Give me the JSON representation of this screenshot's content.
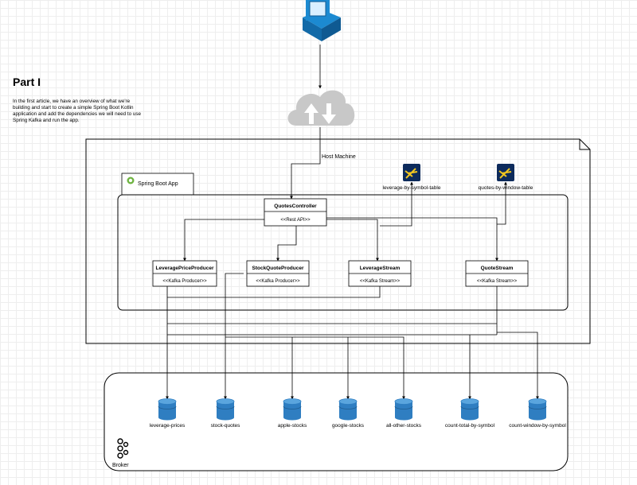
{
  "part": {
    "title": "Part I",
    "description": "In the first article, we have an overview of what we're building and start to create a simple Spring Boot Kotlin application and add the dependencies we will need to use Spring Kafka and run the app."
  },
  "host_machine": {
    "label": "Host Machine"
  },
  "spring_app": {
    "label": "Spring Boot App"
  },
  "classes": {
    "quotes_controller": {
      "name": "QuotesController",
      "stereotype": "<<Rest API>>"
    },
    "leverage_price_producer": {
      "name": "LeveragePriceProducer",
      "stereotype": "<<Kafka Producer>>"
    },
    "stock_quote_producer": {
      "name": "StockQuoteProducer",
      "stereotype": "<<Kafka Producer>>"
    },
    "leverage_stream": {
      "name": "LeverageStream",
      "stereotype": "<<Kafka Stream>>"
    },
    "quote_stream": {
      "name": "QuoteStream",
      "stereotype": "<<Kafka Stream>>"
    }
  },
  "tables": {
    "leverage_by_symbol": "leverage-by-symbol-table",
    "quotes_by_window": "quotes-by-window-table"
  },
  "broker": {
    "label": "Broker"
  },
  "topics": [
    "leverage-prices",
    "stock-quotes",
    "apple-stocks",
    "google-stocks",
    "all-other-stocks",
    "count-total-by-symbol",
    "count-window-by-symbol"
  ],
  "colors": {
    "cylinder": "#2f7ec1",
    "cylinder_top": "#5aa5de",
    "cloud": "#c8c8c8",
    "computer": "#1c8ad1",
    "spring": "#6db33f",
    "kafka_table_bg": "#0d2b5c",
    "kafka_table_fg": "#f0c520"
  }
}
